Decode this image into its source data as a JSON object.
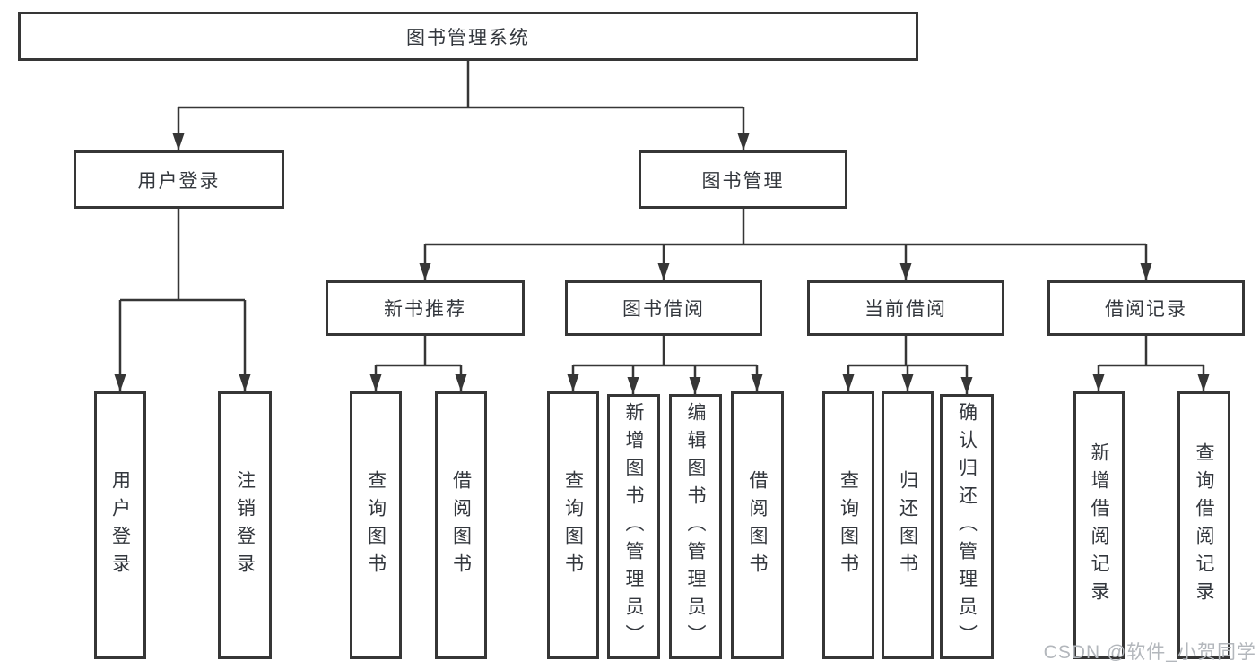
{
  "tree": {
    "root": {
      "label": "图书管理系统",
      "children": [
        {
          "label": "用户登录",
          "children": [
            {
              "label": "用户登录"
            },
            {
              "label": "注销登录"
            }
          ]
        },
        {
          "label": "图书管理",
          "children": [
            {
              "label": "新书推荐",
              "children": [
                {
                  "label": "查询图书"
                },
                {
                  "label": "借阅图书"
                }
              ]
            },
            {
              "label": "图书借阅",
              "children": [
                {
                  "label": "查询图书"
                },
                {
                  "label": "新增图书（管理员）"
                },
                {
                  "label": "编辑图书（管理员）"
                },
                {
                  "label": "借阅图书"
                }
              ]
            },
            {
              "label": "当前借阅",
              "children": [
                {
                  "label": "查询图书"
                },
                {
                  "label": "归还图书"
                },
                {
                  "label": "确认归还（管理员）"
                }
              ]
            },
            {
              "label": "借阅记录",
              "children": [
                {
                  "label": "新增借阅记录"
                },
                {
                  "label": "查询借阅记录"
                }
              ]
            }
          ]
        }
      ]
    }
  },
  "watermark": {
    "text": "CSDN @软件_小贺同学"
  },
  "colors": {
    "background": "#ffffff",
    "line": "#363636",
    "box_border": "#363636",
    "text": "#33373d",
    "watermark": "#b3b7bc"
  }
}
